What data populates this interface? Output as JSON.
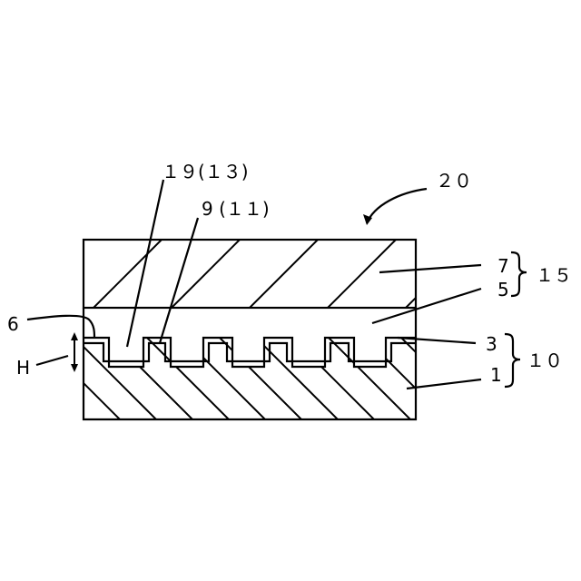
{
  "labels": {
    "assembly": "２０",
    "layer_7": "7",
    "layer_5": "5",
    "group_15": "１５",
    "group_10": "１０",
    "layer_3": "3",
    "layer_1": "1",
    "ref_6": "6",
    "height": "H",
    "part_19": "１９(１３)",
    "part_9": "9 (１１)"
  },
  "colors": {
    "line": "#000000",
    "background": "#ffffff"
  },
  "icons": {
    "brace": "right-curly-brace",
    "arrow": "double-headed-arrow"
  }
}
